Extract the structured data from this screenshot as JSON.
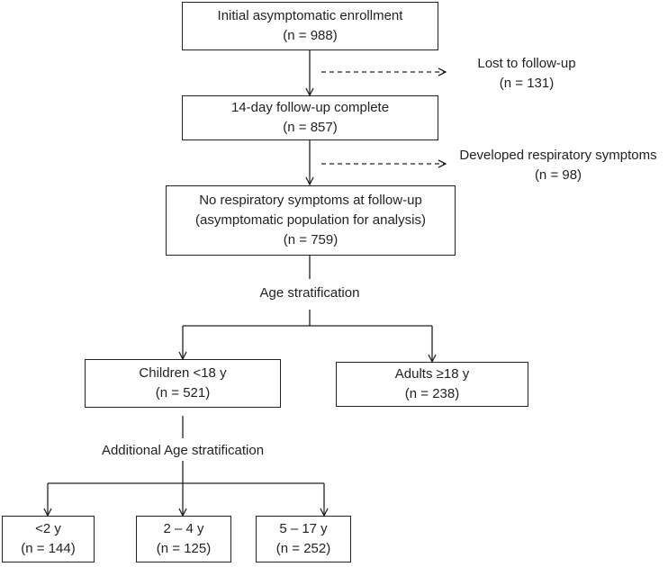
{
  "nodes": {
    "initial": {
      "title": "Initial asymptomatic enrollment",
      "count": "(n = 988)"
    },
    "followup": {
      "title": "14-day follow-up complete",
      "count": "(n = 857)"
    },
    "no_symptoms": {
      "line1": "No respiratory symptoms at follow-up",
      "line2": "(asymptomatic population for analysis)",
      "count": "(n = 759)"
    },
    "children": {
      "title": "Children <18 y",
      "count": "(n = 521)"
    },
    "adults": {
      "title": "Adults ≥18 y",
      "count": "(n = 238)"
    },
    "under2": {
      "title": "<2 y",
      "count": "(n = 144)"
    },
    "age2to4": {
      "title": "2 – 4 y",
      "count": "(n = 125)"
    },
    "age5to17": {
      "title": "5 – 17 y",
      "count": "(n = 252)"
    }
  },
  "exclusions": {
    "lost": {
      "title": "Lost to follow-up",
      "count": "(n = 131)"
    },
    "developed": {
      "title": "Developed respiratory symptoms",
      "count": "(n = 98)"
    }
  },
  "labels": {
    "age_stratification": "Age stratification",
    "additional_age_stratification": "Additional Age stratification"
  },
  "colors": {
    "line": "#222222",
    "text": "#222222",
    "background": "#ffffff"
  }
}
